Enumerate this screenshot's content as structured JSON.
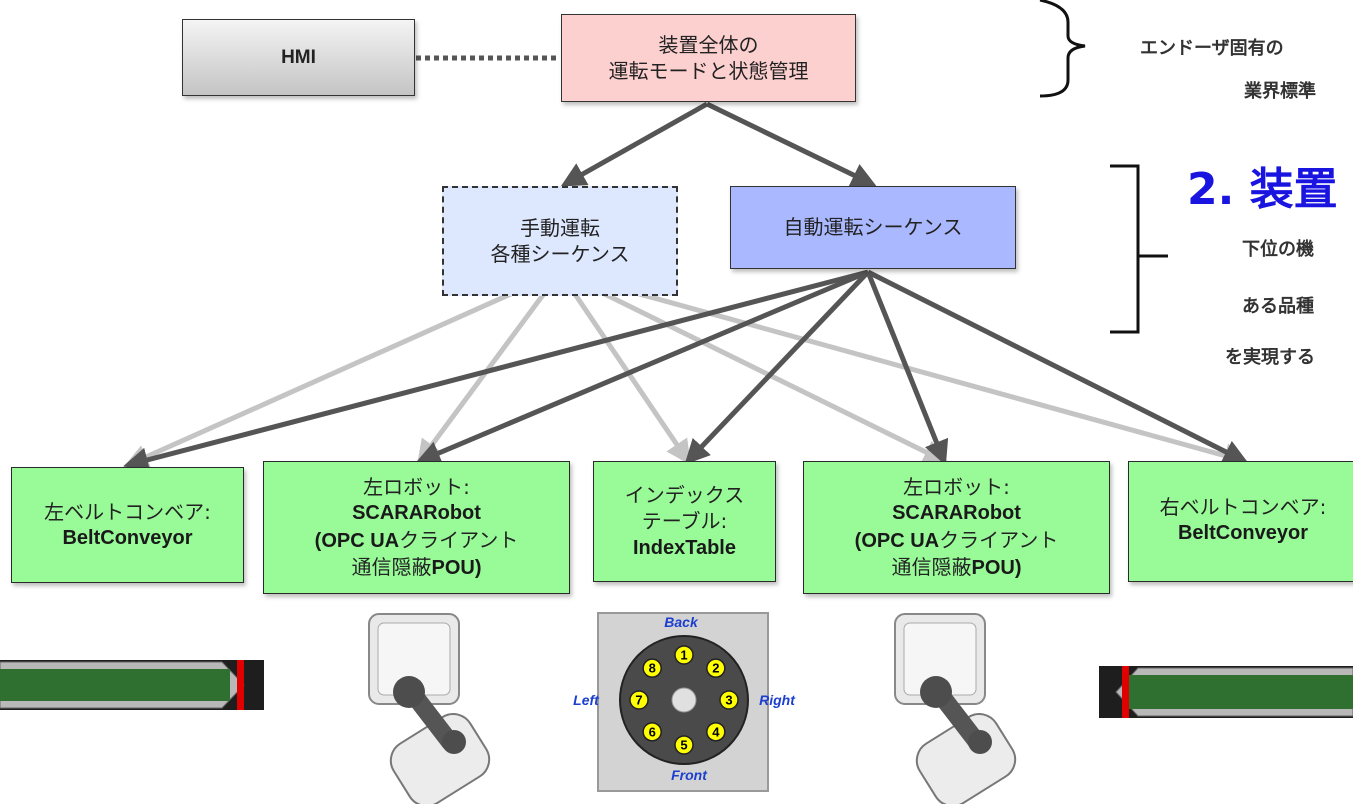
{
  "hmi": {
    "label": "HMI"
  },
  "mode_manager": {
    "line1": "装置全体の",
    "line2": "運転モードと状態管理"
  },
  "manual_sequence": {
    "line1": "手動運転",
    "line2": "各種シーケンス"
  },
  "auto_sequence": {
    "label": "自動運転シーケンス"
  },
  "devices": [
    {
      "line1": "左ベルトコンベア:",
      "line2": "BeltConveyor"
    },
    {
      "line1": "左ロボット:",
      "line2": "SCARARobot",
      "line3_bold": "(OPC UA",
      "line3_normal": "クライアント",
      "line4_normal": "通信隠蔽",
      "line4_bold": "POU)"
    },
    {
      "line1": "インデックス",
      "line2": "テーブル:",
      "line3": "IndexTable"
    },
    {
      "line1": "左ロボット:",
      "line2": "SCARARobot",
      "line3_bold": "(OPC UA",
      "line3_normal": "クライアント",
      "line4_normal": "通信隠蔽",
      "line4_bold": "POU)"
    },
    {
      "line1": "右ベルトコンベア:",
      "line2": "BeltConveyor"
    }
  ],
  "right_panel": {
    "section1": {
      "line1": "エンドーザ固有の",
      "line2": "業界標準"
    },
    "section2": {
      "title": "2. 装置",
      "line1": "下位の機",
      "line2": "ある品種",
      "line3": "を実現する"
    }
  },
  "index_table": {
    "labels": {
      "back": "Back",
      "front": "Front",
      "left": "Left",
      "right": "Right"
    },
    "positions": [
      "1",
      "2",
      "3",
      "4",
      "5",
      "6",
      "7",
      "8"
    ]
  },
  "colors": {
    "device_fill": "#98fb98",
    "mode_fill": "#fdd0d0",
    "manual_fill": "#dde8ff",
    "auto_fill": "#aab8ff",
    "section2_title": "#1a14e0",
    "arrow_dark": "#555555",
    "arrow_light": "#c4c4c4"
  }
}
